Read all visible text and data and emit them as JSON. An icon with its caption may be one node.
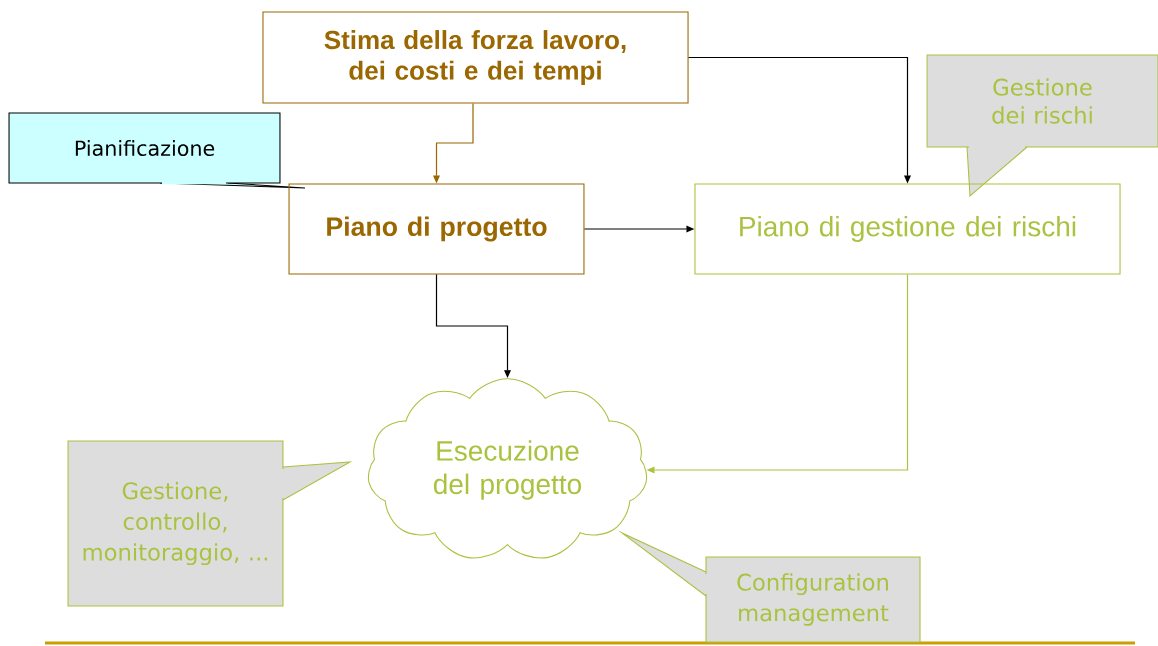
{
  "diagram": {
    "nodes": [
      {
        "text": [
          "Stima della forza lavoro, dei costi e dei tempi"
        ]
      },
      {
        "text": [
          "Pianificazione"
        ]
      },
      {
        "text": [
          "Piano di progetto"
        ]
      },
      {
        "text": [
          "Gestione dei rischi"
        ]
      },
      {
        "text": [
          "Piano di gestione dei rischi"
        ]
      },
      {
        "text": [
          "Esecuzione del progetto"
        ]
      },
      {
        "text": [
          "Gestione, controllo, monitoraggio, ..."
        ]
      },
      {
        "text": [
          "Configuration management"
        ]
      }
    ],
    "edges": [
      {
        "from": 0,
        "to": 2,
        "arrow": "to",
        "color": "#9a6700"
      },
      {
        "from": 0,
        "to": 4,
        "arrow": "to"
      },
      {
        "from": 2,
        "to": 4,
        "arrow": "to"
      },
      {
        "from": 2,
        "to": 5,
        "arrow": "to"
      },
      {
        "from": 4,
        "to": 5,
        "arrow": "to",
        "color": "#a9c23f"
      }
    ]
  }
}
